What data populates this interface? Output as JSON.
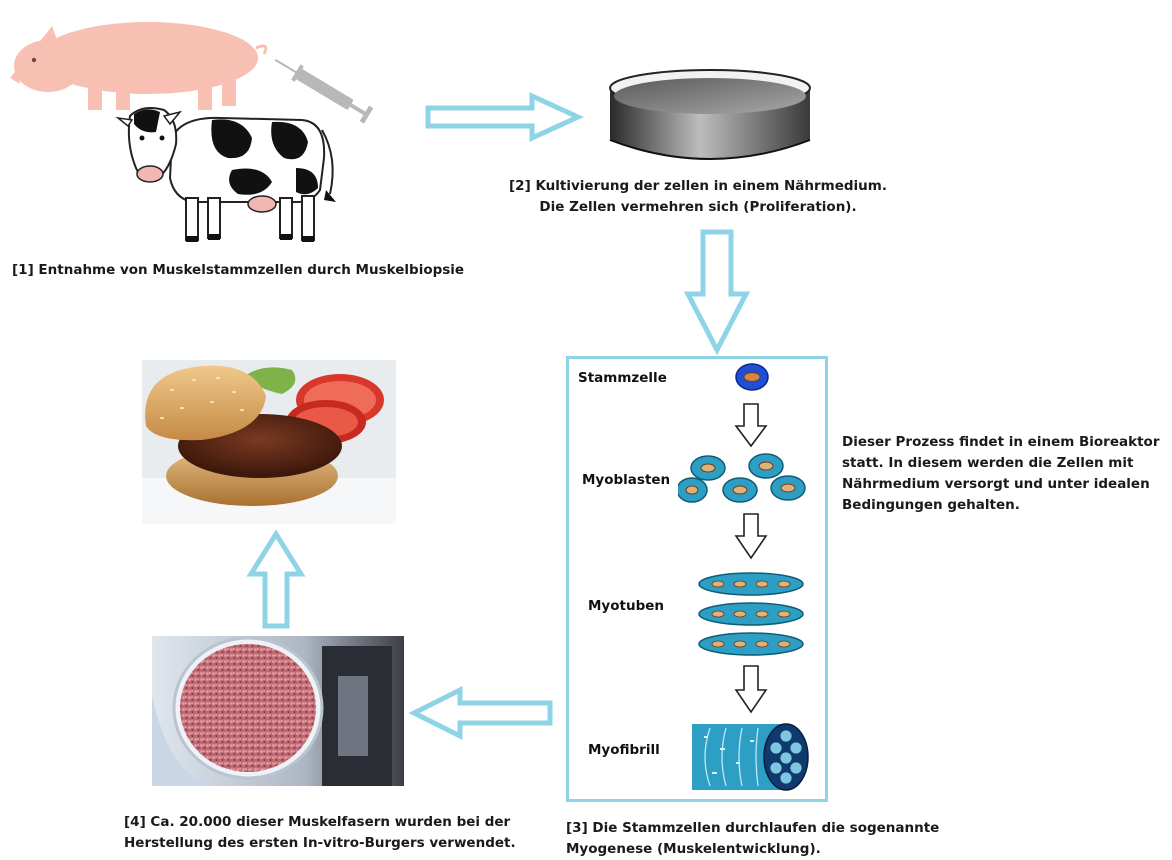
{
  "steps": {
    "step1": "[1] Entnahme von Muskelstammzellen durch Muskelbiopsie",
    "step2_line1": "[2] Kultivierung der zellen in einem Nährmedium.",
    "step2_line2": "Die Zellen vermehren sich (Proliferation).",
    "step3_line1": "[3] Die Stammzellen durchlaufen die sogenannte",
    "step3_line2": "Myogenese (Muskelentwicklung).",
    "step4_line1": "[4] Ca. 20.000 dieser Muskelfasern wurden bei der",
    "step4_line2": "Herstellung des ersten In-vitro-Burgers verwendet."
  },
  "stages": [
    "Stammzelle",
    "Myoblasten",
    "Myotuben",
    "Myofibrill"
  ],
  "bioreactor_note": [
    "Dieser Prozess findet in einem Bioreaktor",
    "statt. In diesem werden die Zellen mit",
    "Nährmedium versorgt und unter idealen",
    "Bedingungen gehalten."
  ],
  "colors": {
    "arrow_outline": "#8fd3e6",
    "box_border": "#8fd3e6",
    "cell_blue": "#2e9fc4",
    "pig": "#f7c0b3"
  },
  "icons": [
    "pig-icon",
    "cow-icon",
    "syringe-icon",
    "petri-dish-icon",
    "burger-photo",
    "minced-meat-photo"
  ]
}
